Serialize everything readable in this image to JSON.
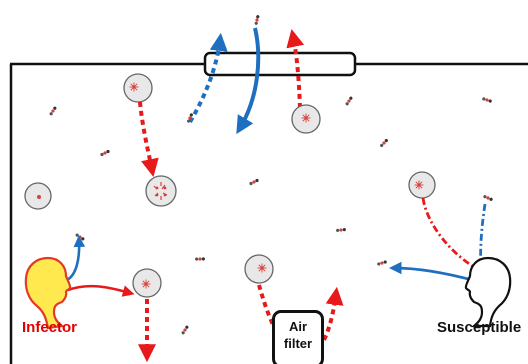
{
  "labels": {
    "infector": "Infector",
    "susceptible": "Susceptible",
    "filter_line1": "Air",
    "filter_line2": "filter"
  },
  "colors": {
    "red": "#e8191b",
    "blue": "#1f6fc0",
    "label_red": "#e00000",
    "label_black": "#111111",
    "head_fill": "#ffe94f",
    "head_stroke": "#e33a28",
    "droplet_fill": "#e8e8e8",
    "virus": "#d9403a"
  }
}
